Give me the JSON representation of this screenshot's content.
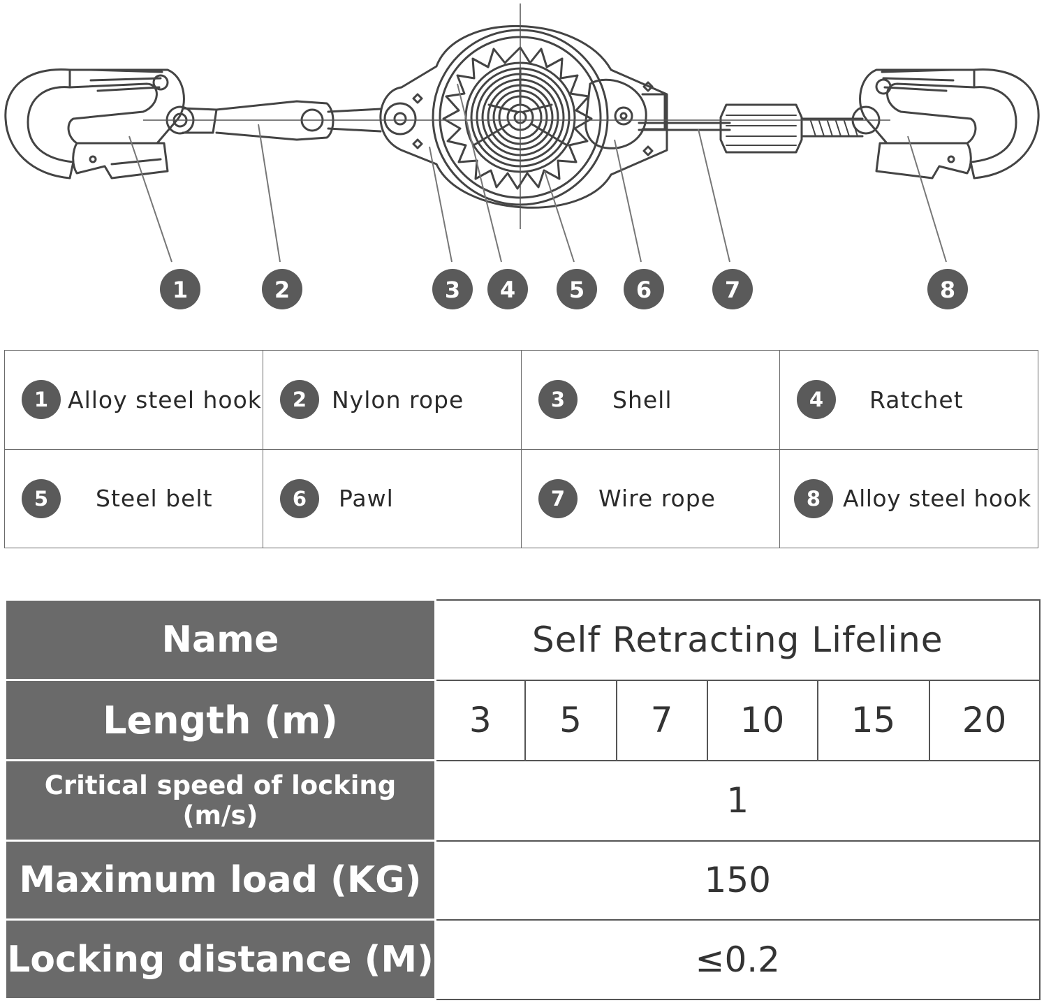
{
  "diagram": {
    "callouts": [
      {
        "number": "1"
      },
      {
        "number": "2"
      },
      {
        "number": "3"
      },
      {
        "number": "4"
      },
      {
        "number": "5"
      },
      {
        "number": "6"
      },
      {
        "number": "7"
      },
      {
        "number": "8"
      }
    ]
  },
  "legend": {
    "items": [
      {
        "number": "1",
        "label": "Alloy steel hook"
      },
      {
        "number": "2",
        "label": "Nylon rope"
      },
      {
        "number": "3",
        "label": "Shell"
      },
      {
        "number": "4",
        "label": "Ratchet"
      },
      {
        "number": "5",
        "label": "Steel belt"
      },
      {
        "number": "6",
        "label": "Pawl"
      },
      {
        "number": "7",
        "label": "Wire rope"
      },
      {
        "number": "8",
        "label": "Alloy steel hook"
      }
    ]
  },
  "specs": {
    "name_label": "Name",
    "name_value": "Self Retracting Lifeline",
    "length_label": "Length  (m)",
    "lengths": [
      "3",
      "5",
      "7",
      "10",
      "15",
      "20"
    ],
    "critical_speed_label": "Critical speed of locking (m/s)",
    "critical_speed_value": "1",
    "max_load_label": "Maximum load (KG)",
    "max_load_value": "150",
    "locking_distance_label": "Locking distance (M)",
    "locking_distance_value": "≤0.2"
  },
  "colors": {
    "badge": "#5a5a5a",
    "header_cell": "#6a6a6a",
    "line": "#555555"
  }
}
